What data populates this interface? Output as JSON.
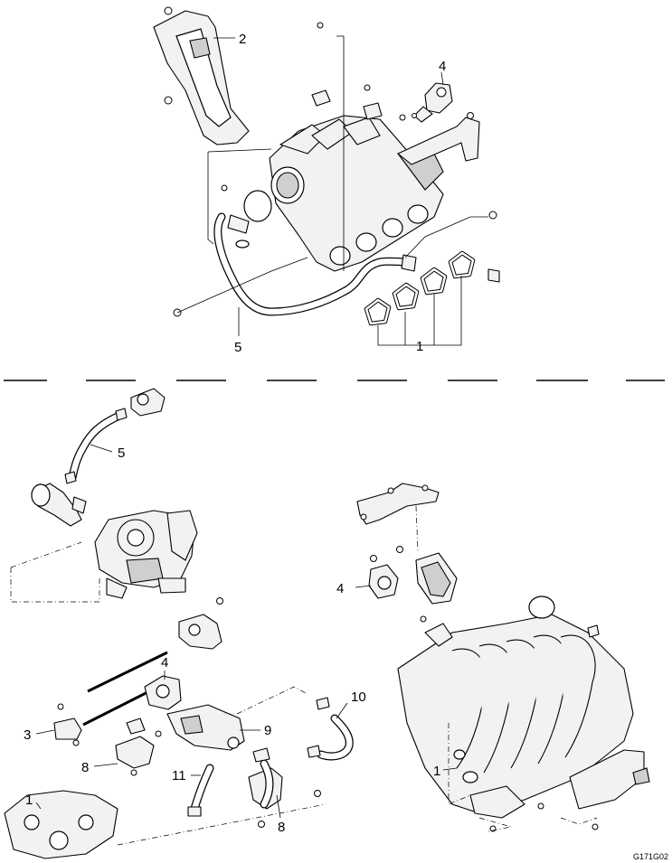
{
  "diagram": {
    "callouts": {
      "top_gasket_set": "1",
      "top_bracket": "2",
      "top_actuator": "4",
      "top_pipe": "5",
      "bottom_exhaust_manifold": "1",
      "bottom_intake_manifold": "1",
      "bottom_solenoid": "3",
      "bottom_valve": "4",
      "bottom_actuator": "4",
      "bottom_hose": "5",
      "bottom_bracket_left": "8",
      "bottom_bracket_right": "8",
      "bottom_cooler": "9",
      "bottom_hose_right": "10",
      "bottom_hose_left": "11"
    },
    "figure_code": "G171G02"
  }
}
